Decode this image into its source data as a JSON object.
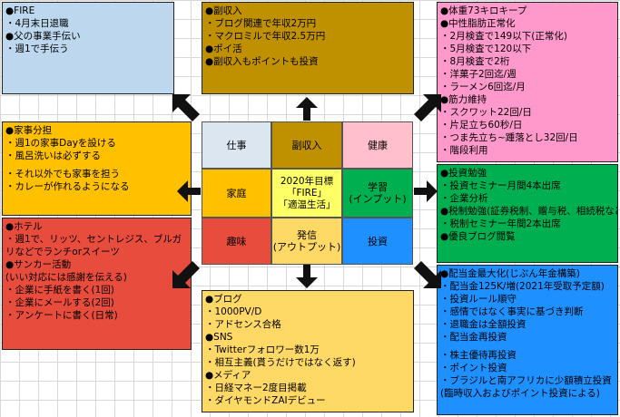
{
  "boxes": {
    "fire": [
      "●FIRE",
      "・4月末日退職",
      "●父の事業手伝い",
      "・週1で手伝う"
    ],
    "side_income": [
      "●副収入",
      "・ブログ関連で年収2万円",
      "・マクロミルで年収2.5万円",
      "●ポイ活",
      "●副収入もポイントも投資"
    ],
    "health": [
      "●体重73キロキープ",
      "●中性脂肪正常化",
      "・2月検査で149以下(正常化)",
      "・5月検査で120以下",
      "・8月検査で2桁",
      "・洋菓子2回迄/週",
      "・ラーメン6回迄/月",
      "●筋力維持",
      "・スクワット22回/日",
      "・片足立ち60秒/日",
      "・つま先立ち~踵落とし32回/日",
      "・階段利用"
    ],
    "housework": [
      "●家事分担",
      "・週1の家事Dayを設ける",
      "・風呂洗いは必ずする",
      "",
      "・それ以外でも家事を担う",
      "・カレーが作れるようになる"
    ],
    "study": [
      "●投資勉強",
      "・投資セミナー月間4本出席",
      "・企業分析",
      "●税制勉強(証券税制、贈与税、相続税など)",
      "・税制セミナー年間2本出席",
      "●優良ブログ閲覧"
    ],
    "hobby": [
      "●ホテル",
      "・週1で、リッツ、セントレジス、ブルガリなどでランチorスイーツ",
      "●サンカー活動",
      "(いい対応には感謝を伝える)",
      "・企業に手紙を書く(1回)",
      "・企業にメールする(2回)",
      "・アンケートに書く(日常)"
    ],
    "output": [
      "●ブログ",
      "・1000PV/D",
      "・アドセンス合格",
      "●SNS",
      "・Twitterフォロワー数1万",
      "・相互主義(貰うだけではなく返す)",
      "●メディア",
      "・日経マネー2度目掲載",
      "・ダイヤモンドZAIデビュー"
    ],
    "investment": [
      "●配当金最大化(じぶん年金構築)",
      "・配当金125K/増(2021年受取予定額)",
      "・投資ルール順守",
      "・感情ではなく事実に基づき判断",
      "・退職金は全額投資",
      "・配当金再投資",
      "",
      "・株主優待再投資",
      "・ポイント投資",
      "・ブラジルと南アフリカに少額積立投資",
      "(臨時収入およびポイント投資による)"
    ]
  },
  "center": {
    "work": "仕事",
    "side_income": "副収入",
    "health": "健康",
    "home": "家庭",
    "goal_line1": "2020年目標",
    "goal_line2": "「FIRE」",
    "goal_line3": "「適温生活」",
    "study_line1": "学習",
    "study_line2": "(インプット)",
    "hobby": "趣味",
    "output_line1": "発信",
    "output_line2": "(アウトプット)",
    "investment": "投資"
  },
  "colors": {
    "fire": "#bdd7ee",
    "side_income": "#bf9000",
    "health": "#ff99cc",
    "housework": "#ffc000",
    "study": "#00b050",
    "hobby": "#e74c3c",
    "output": "#ffd966",
    "investment": "#1e90ff",
    "center_light": "#dce6f1"
  }
}
